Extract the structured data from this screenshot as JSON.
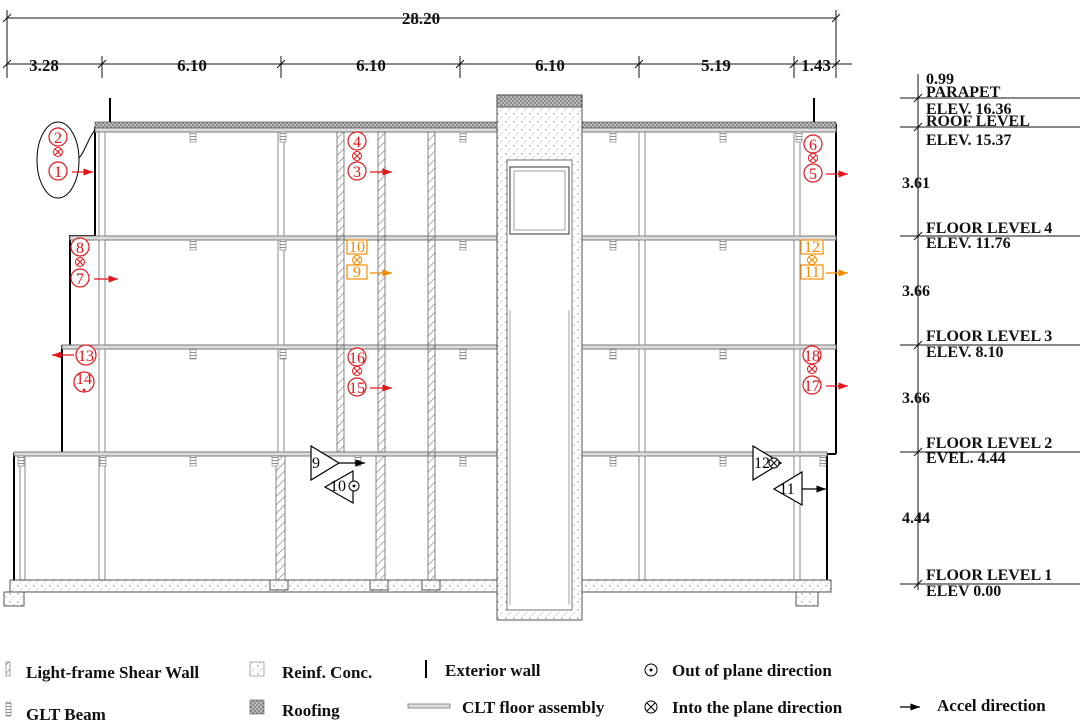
{
  "overall_width": "28.20",
  "bay_widths": [
    "3.28",
    "6.10",
    "6.10",
    "6.10",
    "5.19",
    "1.43"
  ],
  "levels": {
    "parapet_height": "0.99",
    "parapet_label": "PARAPET",
    "parapet_elev": "ELEV. 16.36",
    "roof_label": "ROOF LEVEL",
    "roof_elev": "ELEV. 15.37",
    "h4": "3.61",
    "floor4_label": "FLOOR LEVEL 4",
    "floor4_elev": "ELEV. 11.76",
    "h3": "3.66",
    "floor3_label": "FLOOR LEVEL 3",
    "floor3_elev": "ELEV. 8.10",
    "h2": "3.66",
    "floor2_label": "FLOOR LEVEL 2",
    "floor2_elev": "EVEL. 4.44",
    "h1": "4.44",
    "floor1_label": "FLOOR LEVEL 1",
    "floor1_elev": "ELEV 0.00"
  },
  "sensors": {
    "s1": "1",
    "s2": "2",
    "s3": "3",
    "s4": "4",
    "s5": "5",
    "s6": "6",
    "s7": "7",
    "s8": "8",
    "s9": "9",
    "s10": "10",
    "s11": "11",
    "s12": "12",
    "s13": "13",
    "s14": "14",
    "s15": "15",
    "s16": "16",
    "s17": "17",
    "s18": "18",
    "g9": "9",
    "g10": "10",
    "g11": "11",
    "g12": "12"
  },
  "legend": {
    "shear_wall": "Light-frame Shear Wall",
    "reinf_conc": "Reinf. Conc.",
    "exterior_wall": "Exterior wall",
    "out_of_plane": "Out of plane direction",
    "glt_beam": "GLT Beam",
    "roofing": "Roofing",
    "clt_floor": "CLT floor assembly",
    "into_plane": "Into the plane direction",
    "accel_dir": "Accel direction"
  },
  "colors": {
    "sensor_red": "#e3141b",
    "sensor_orange": "#f28c00",
    "line": "#111111"
  }
}
